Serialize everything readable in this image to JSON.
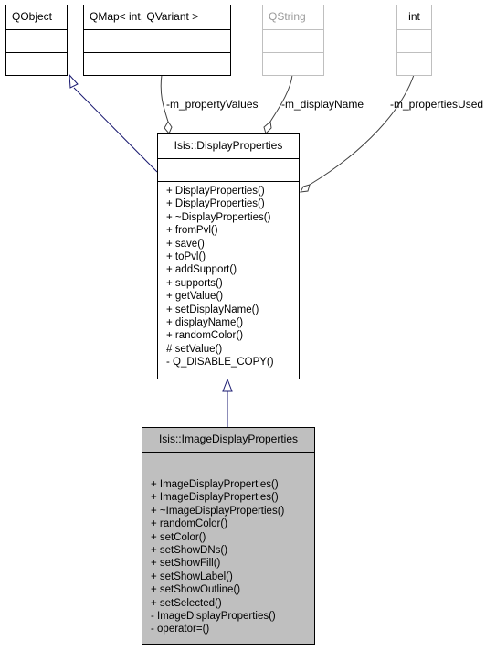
{
  "classes": {
    "qobject": {
      "name": "QObject"
    },
    "qmap": {
      "name": "QMap< int, QVariant >"
    },
    "qstring": {
      "name": "QString"
    },
    "int_type": {
      "name": "int"
    },
    "display_properties": {
      "name": "Isis::DisplayProperties",
      "methods": [
        "+ DisplayProperties()",
        "+ DisplayProperties()",
        "+ ~DisplayProperties()",
        "+ fromPvl()",
        "+ save()",
        "+ toPvl()",
        "+ addSupport()",
        "+ supports()",
        "+ getValue()",
        "+ setDisplayName()",
        "+ displayName()",
        "+ randomColor()",
        "# setValue()",
        "- Q_DISABLE_COPY()"
      ]
    },
    "image_display_properties": {
      "name": "Isis::ImageDisplayProperties",
      "methods": [
        "+ ImageDisplayProperties()",
        "+ ImageDisplayProperties()",
        "+ ~ImageDisplayProperties()",
        "+ randomColor()",
        "+ setColor()",
        "+ setShowDNs()",
        "+ setShowFill()",
        "+ setShowLabel()",
        "+ setShowOutline()",
        "+ setSelected()",
        "- ImageDisplayProperties()",
        "- operator=()"
      ]
    }
  },
  "relations": {
    "property_values": "-m_propertyValues",
    "display_name": "-m_displayName",
    "properties_used": "-m_propertiesUsed"
  },
  "colors": {
    "inheritance_line": "#191970",
    "aggregation_line": "#404040",
    "highlight_fill": "#bfbfbf",
    "inactive_border": "#bfbfbf"
  }
}
